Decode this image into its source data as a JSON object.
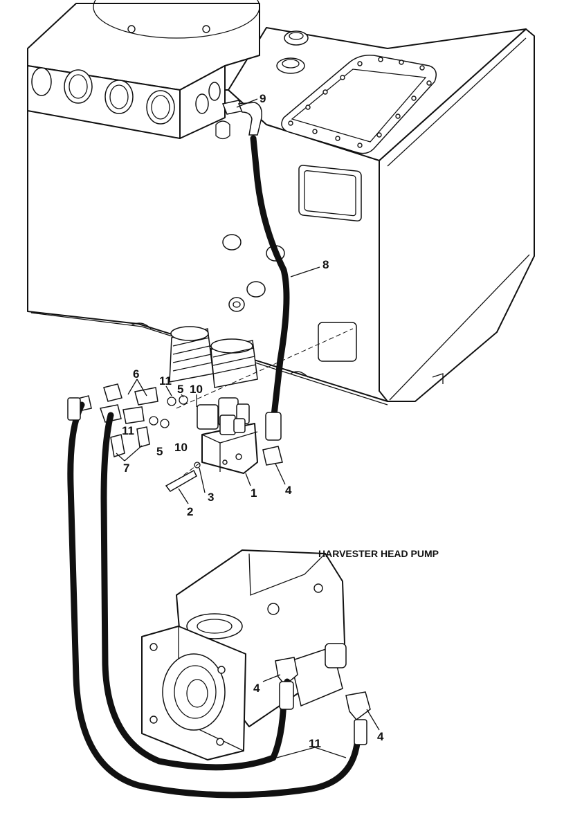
{
  "diagram": {
    "title": "HARVESTER HEAD PUMP",
    "callouts": [
      {
        "id": "c9",
        "text": "9"
      },
      {
        "id": "c8",
        "text": "8"
      },
      {
        "id": "c6",
        "text": "6"
      },
      {
        "id": "c11a",
        "text": "11"
      },
      {
        "id": "c5a",
        "text": "5"
      },
      {
        "id": "c10a",
        "text": "10"
      },
      {
        "id": "c11b",
        "text": "11"
      },
      {
        "id": "c5b",
        "text": "5"
      },
      {
        "id": "c10b",
        "text": "10"
      },
      {
        "id": "c7",
        "text": "7"
      },
      {
        "id": "c3",
        "text": "3"
      },
      {
        "id": "c1",
        "text": "1"
      },
      {
        "id": "c4a",
        "text": "4"
      },
      {
        "id": "c2",
        "text": "2"
      },
      {
        "id": "c4b",
        "text": "4"
      },
      {
        "id": "c4c",
        "text": "4"
      },
      {
        "id": "c11c",
        "text": "11"
      }
    ]
  }
}
